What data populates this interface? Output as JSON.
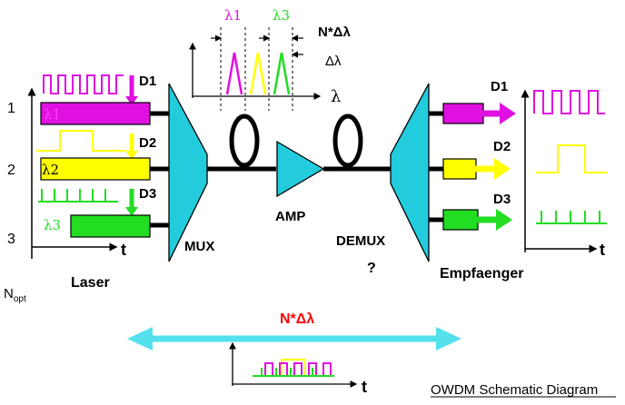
{
  "colors": {
    "lambda1": "#e010e0",
    "lambda2": "#ffff00",
    "lambda3": "#22dd22",
    "component": "#22ccdd",
    "arrow_band": "#55e0ee",
    "n_dlambda_red": "#ff0000"
  },
  "labels": {
    "row_1": "1",
    "row_2": "2",
    "row_3": "3",
    "lambda1": "λ1",
    "lambda2": "λ2",
    "lambda3": "λ3",
    "d1": "D1",
    "d2": "D2",
    "d3": "D3",
    "t": "t",
    "n_opt_main": "N",
    "n_opt_sub": "opt",
    "laser": "Laser",
    "mux": "MUX",
    "amp": "AMP",
    "demux": "DEMUX",
    "question": "?",
    "receiver": "Empfaenger",
    "spectrum_lambda1": "λ1",
    "spectrum_lambda3": "λ3",
    "spectrum_n_dlambda": "N*Δλ",
    "spectrum_dlambda": "Δλ",
    "spectrum_axis": "λ",
    "band_label": "N*Δλ",
    "caption": "OWDM Schematic Diagram"
  },
  "icons": [
    "fiber-coil-icon",
    "amplifier-triangle-icon",
    "mux-prism-icon",
    "demux-prism-icon",
    "laser-box-icon",
    "receiver-box-icon"
  ]
}
